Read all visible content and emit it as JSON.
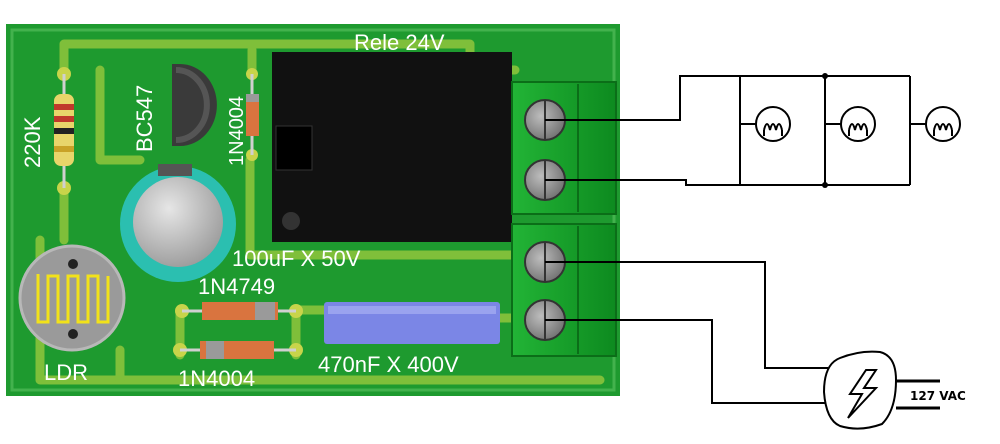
{
  "labels": {
    "relay": "Rele 24V",
    "resistor": "220K",
    "transistor": "BC547",
    "diode_top": "1N4004",
    "electrolytic_cap": "100uF X 50V",
    "zener": "1N4749",
    "diode_bottom": "1N4004",
    "film_cap": "470nF X 400V",
    "ldr": "LDR",
    "mains": "127 VAC"
  },
  "colors": {
    "board": "#1e9a2f",
    "copper_trace": "#7fbf3a",
    "pad": "#c8d44a",
    "relay_body": "#111111",
    "terminal_block": "#18a22c",
    "film_cap_body": "#7b86e6",
    "cap_ring": "#2bbfb0",
    "wire": "#000000"
  },
  "icons": {
    "lamp": "lamp-symbol",
    "plug": "power-plug",
    "bolt": "lightning-bolt"
  }
}
